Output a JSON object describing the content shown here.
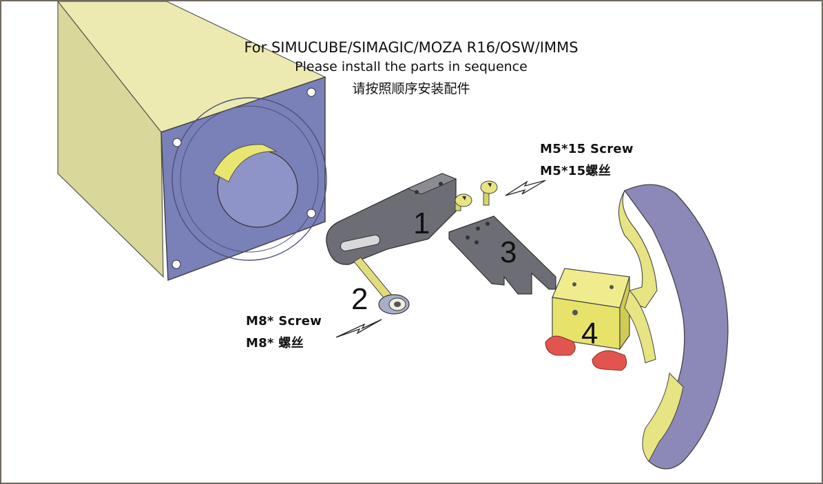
{
  "header": {
    "title": "For SIMUCUBE/SIMAGIC/MOZA R16/OSW/IMMS",
    "subtitle_en": "Please install the parts in sequence",
    "subtitle_cn": "请按照顺序安装配件"
  },
  "labels": {
    "m5_en": "M5*15 Screw",
    "m5_cn": "M5*15螺丝",
    "m8_en": "M8* Screw",
    "m8_cn": "M8* 螺丝"
  },
  "steps": [
    "1",
    "2",
    "3",
    "4"
  ],
  "colors": {
    "motor_body": "#d9d79a",
    "motor_face": "#7a80b8",
    "bracket": "#6d6e75",
    "block": "#e7e36a",
    "knob": "#e2554e",
    "paddle": "#e6e483",
    "paddle_face": "#8c88b8",
    "border": "#6f6a5e"
  }
}
